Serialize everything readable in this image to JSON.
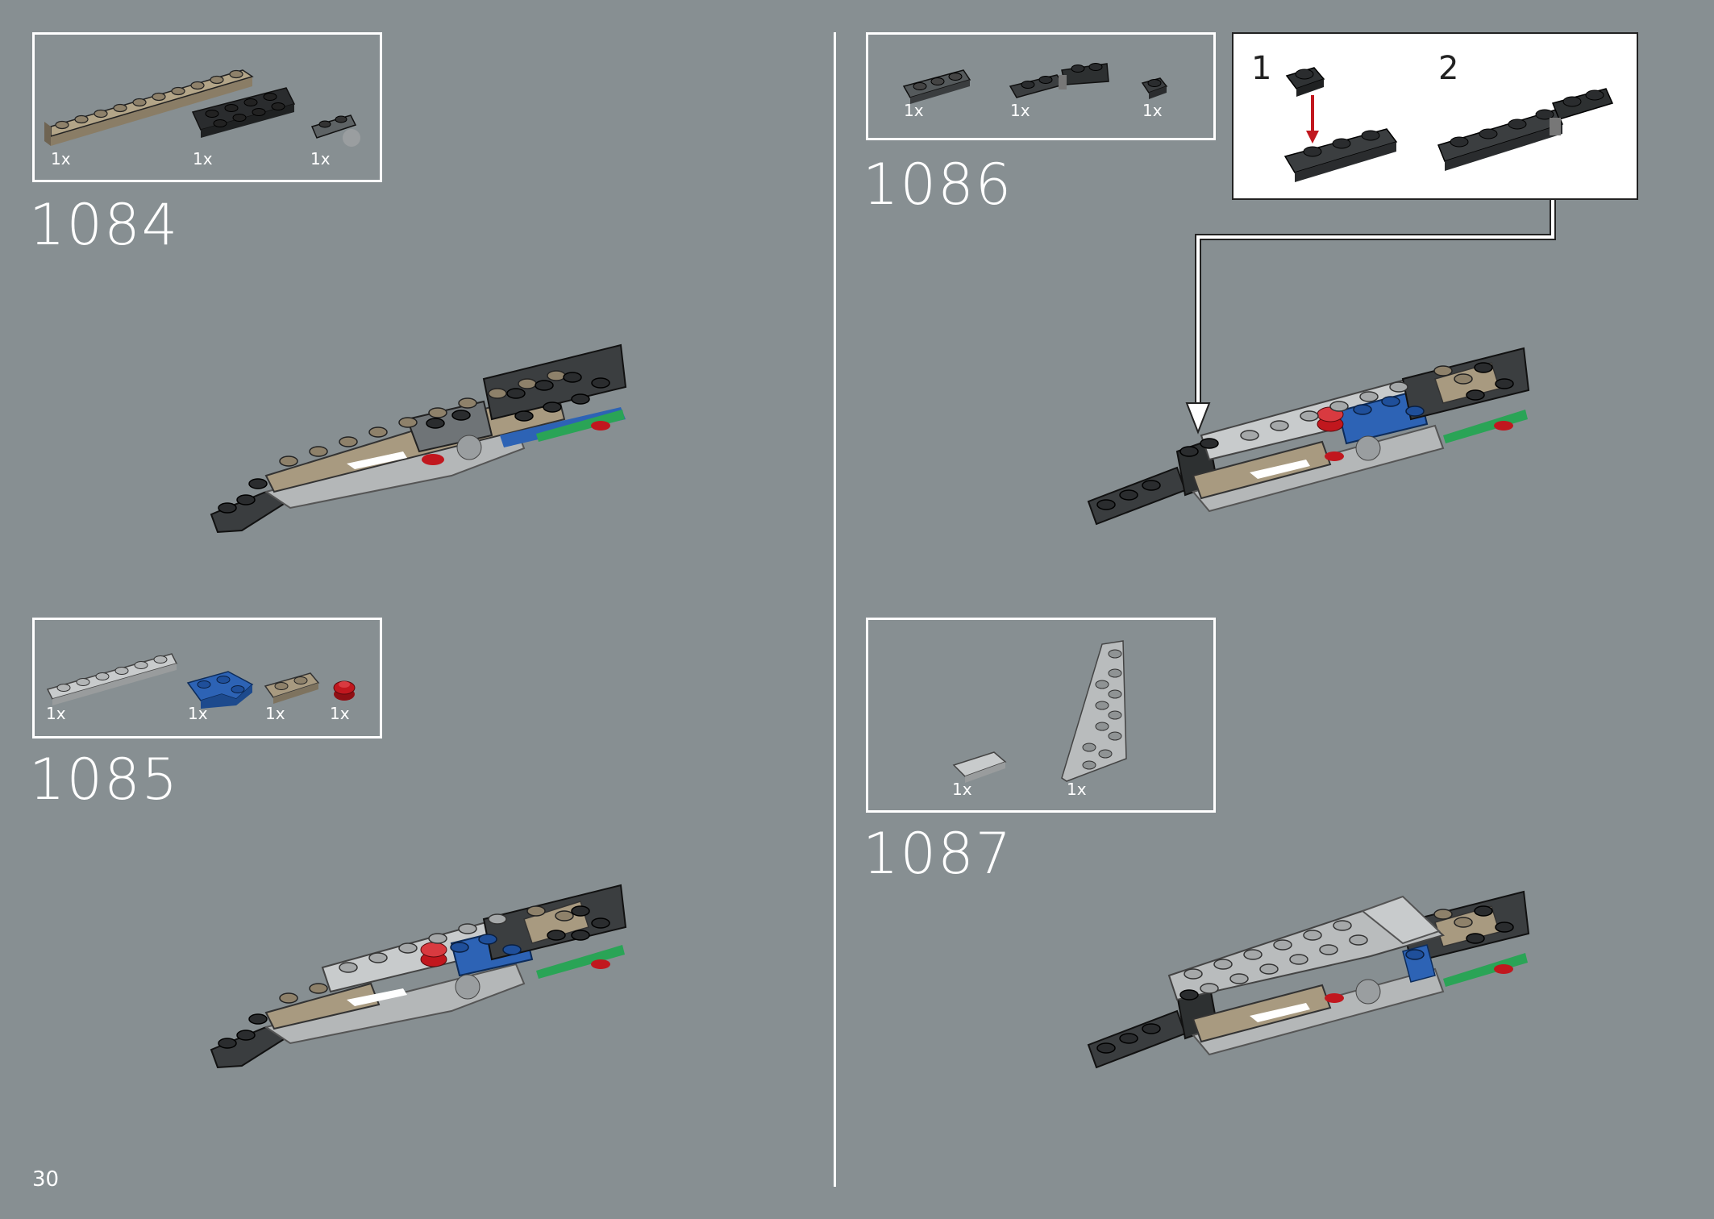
{
  "page": {
    "number": "30"
  },
  "steps": [
    {
      "number": "1084",
      "parts": [
        {
          "qty": "1x",
          "color": "tan",
          "icon": "tan-plate-1x10"
        },
        {
          "qty": "1x",
          "color": "dark-grey",
          "icon": "dark-grey-plate-2x4"
        },
        {
          "qty": "1x",
          "color": "grey",
          "icon": "ball-joint-plate"
        }
      ]
    },
    {
      "number": "1085",
      "parts": [
        {
          "qty": "1x",
          "color": "light-grey",
          "icon": "light-grey-plate-1x6"
        },
        {
          "qty": "1x",
          "color": "blue",
          "icon": "blue-corner-plate"
        },
        {
          "qty": "1x",
          "color": "tan",
          "icon": "tan-plate-1x2"
        },
        {
          "qty": "1x",
          "color": "red",
          "icon": "red-round-plate"
        }
      ]
    },
    {
      "number": "1086",
      "parts": [
        {
          "qty": "1x",
          "color": "dark-grey",
          "icon": "dark-grey-plate-1x3"
        },
        {
          "qty": "1x",
          "color": "dark-grey",
          "icon": "hinge-plate-pair"
        },
        {
          "qty": "1x",
          "color": "dark-grey",
          "icon": "dark-grey-plate-1x1"
        }
      ],
      "substeps": [
        "1",
        "2"
      ]
    },
    {
      "number": "1087",
      "parts": [
        {
          "qty": "1x",
          "color": "light-grey",
          "icon": "light-grey-tile-1x2"
        },
        {
          "qty": "1x",
          "color": "light-grey",
          "icon": "wedge-plate"
        }
      ]
    }
  ],
  "colors": {
    "background": "#878f92",
    "tan": "#a89a80",
    "dark_grey": "#3c3f41",
    "light_grey": "#b9bcbd",
    "blue": "#2d63b5",
    "red": "#c1171e",
    "green": "#2aa456"
  }
}
